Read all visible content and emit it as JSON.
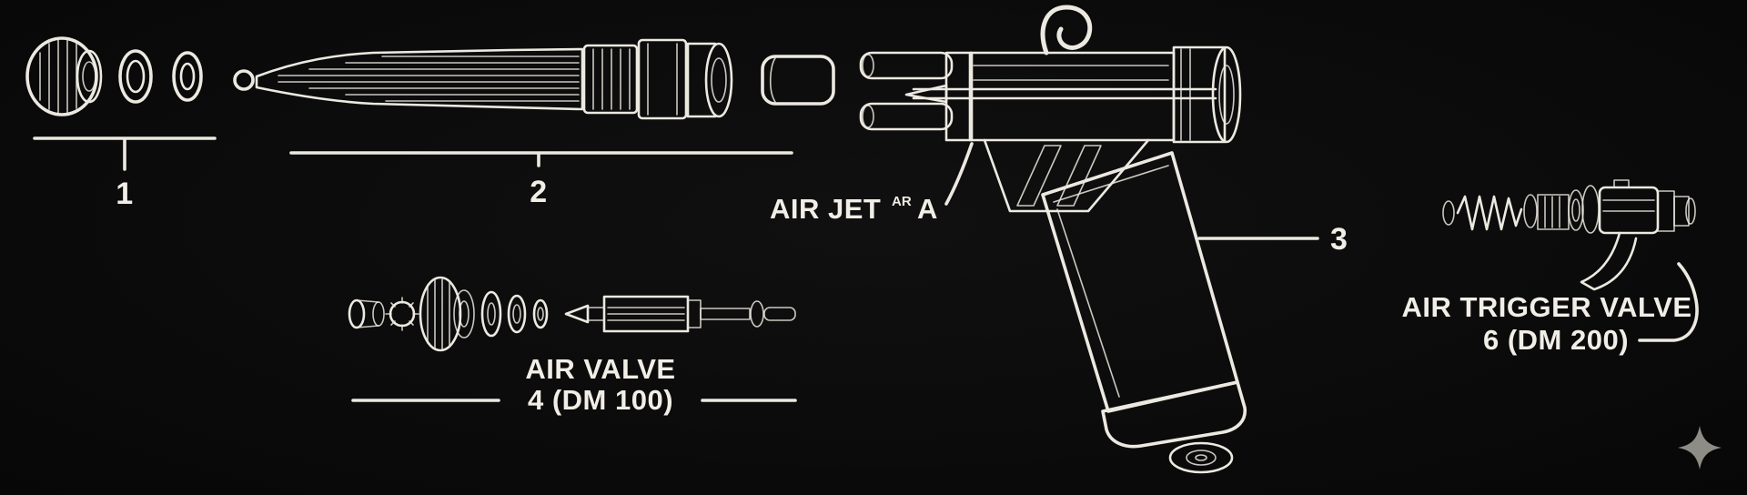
{
  "figure": {
    "type": "exploded-parts-diagram",
    "style": "white line art on black"
  },
  "colors": {
    "background": "#0b0b0b",
    "ink": "#ece9e1",
    "text": "#f0eee6",
    "sparkle": "#8d8d85"
  },
  "callouts": {
    "part1": {
      "number": "1"
    },
    "part2": {
      "number": "2"
    },
    "part3": {
      "number": "3"
    },
    "air_jet": {
      "label": "AIR JET",
      "sup": "AR",
      "suffix": "A"
    },
    "air_valve": {
      "name": "AIR VALVE",
      "ref": "4 (DM 100)"
    },
    "air_trigger_valve": {
      "name": "AIR TRIGGER VALVE",
      "ref": "6 (DM 200)"
    }
  }
}
